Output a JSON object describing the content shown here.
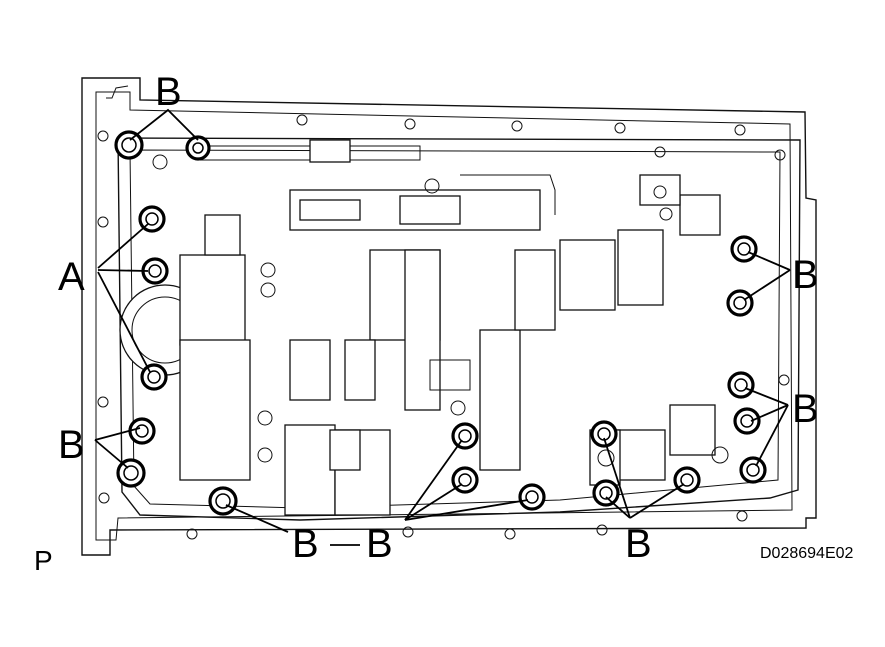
{
  "labels": {
    "callout_a": "A",
    "callout_b": "B",
    "view_marker": "P",
    "figure_id": "D028694E02"
  },
  "callout_counts": {
    "A_bolts": 3,
    "B_bolts": 16
  }
}
